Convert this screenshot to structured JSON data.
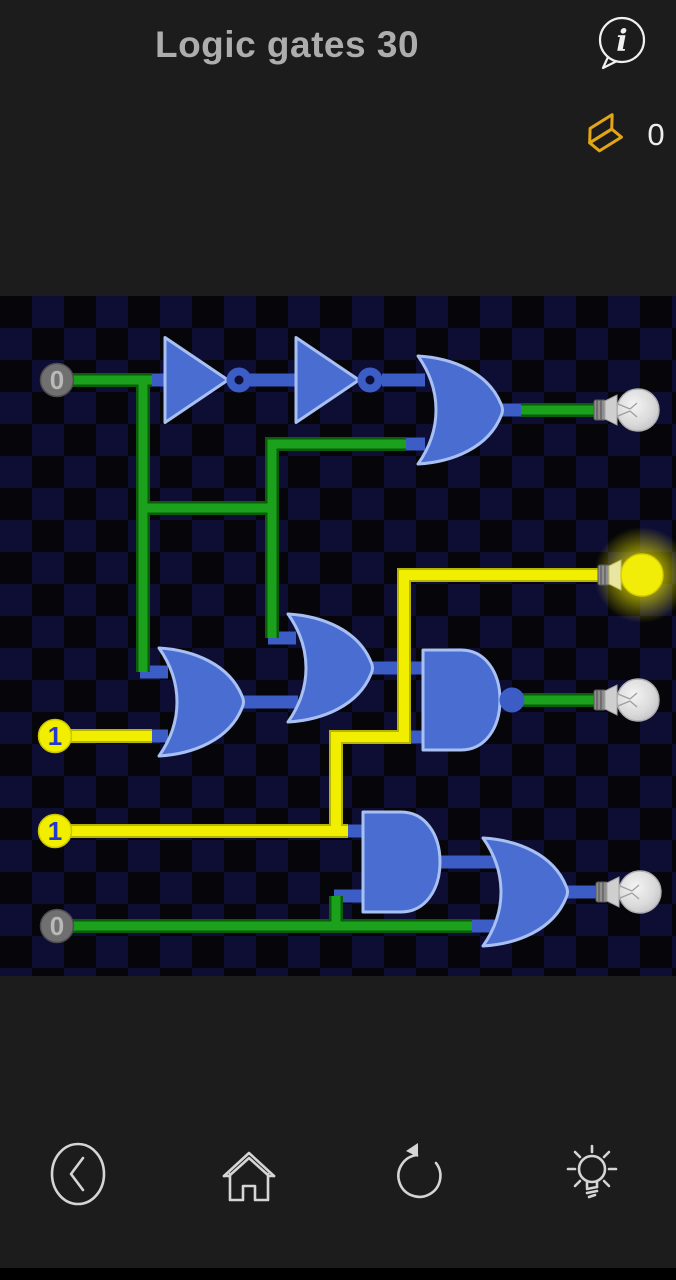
{
  "header": {
    "title": "Logic gates 30",
    "info_label": "i"
  },
  "hud": {
    "gold_count": "0",
    "gold_icon": "gold-ingot-icon"
  },
  "board": {
    "inputs": [
      {
        "id": "input-top",
        "value": "0",
        "state": "off"
      },
      {
        "id": "input-middle",
        "value": "1",
        "state": "on"
      },
      {
        "id": "input-lower",
        "value": "1",
        "state": "on"
      },
      {
        "id": "input-bottom",
        "value": "0",
        "state": "off"
      }
    ],
    "gates": [
      {
        "type": "NOT"
      },
      {
        "type": "NOT"
      },
      {
        "type": "OR"
      },
      {
        "type": "OR"
      },
      {
        "type": "OR"
      },
      {
        "type": "NAND"
      },
      {
        "type": "AND"
      },
      {
        "type": "OR"
      }
    ],
    "bulbs": [
      {
        "id": "bulb-1",
        "state": "off"
      },
      {
        "id": "bulb-2",
        "state": "on"
      },
      {
        "id": "bulb-3",
        "state": "off"
      },
      {
        "id": "bulb-4",
        "state": "off"
      }
    ],
    "wire_legend": {
      "on": "yellow",
      "off": "green",
      "fixed": "blue"
    }
  },
  "nav": [
    {
      "name": "back"
    },
    {
      "name": "home"
    },
    {
      "name": "undo"
    },
    {
      "name": "hint"
    }
  ],
  "colors": {
    "bg": "#1c1c1c",
    "board_dark": "#06060a",
    "board_navy": "#0e0e34",
    "gate_fill": "#4a6dd2",
    "gate_stroke": "#a9c1f2",
    "wire_blue": "#3c5cc6",
    "wire_off": "#1ba11b",
    "wire_off_dark": "#0b5c0b",
    "wire_on": "#f2ee00",
    "wire_on_dark": "#b7b400",
    "node_off_fill": "#707070",
    "node_off_text": "#b9b9b9",
    "node_on_fill": "#f2ee00",
    "node_on_text": "#2438cf",
    "gold": "#e2a614",
    "icon": "#d5d5d5",
    "title": "#adadad",
    "counter": "#eeeeee"
  }
}
